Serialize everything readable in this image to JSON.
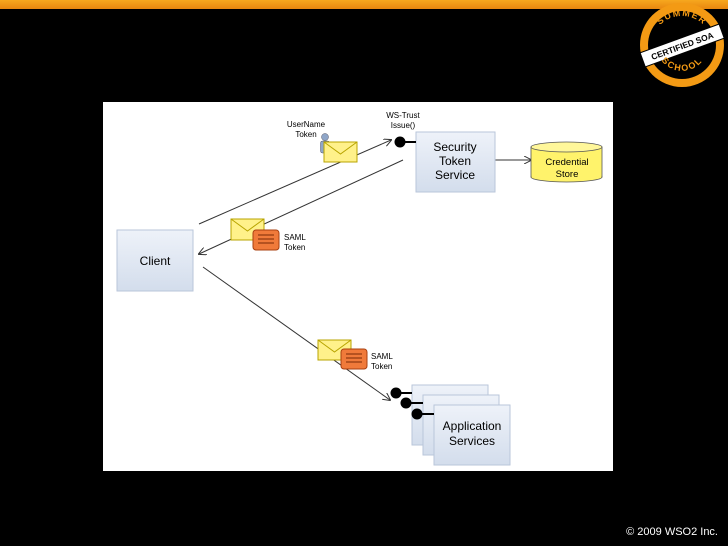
{
  "header": {
    "logo": {
      "top_text": "SUMMER",
      "band_text": "CERTIFIED SOA",
      "bottom_text": "SCHOOL",
      "colors": {
        "outer": "#f39a14",
        "inner": "#000000",
        "band": "#ffffff"
      }
    }
  },
  "diagram": {
    "nodes": {
      "client": "Client",
      "sts": [
        "Security",
        "Token",
        "Service"
      ],
      "credential_store": [
        "Credential",
        "Store"
      ],
      "app_services": [
        "Application",
        "Services"
      ]
    },
    "labels": {
      "username_token": [
        "UserName",
        "Token"
      ],
      "ws_trust": [
        "WS-Trust",
        "Issue()"
      ],
      "saml_token_1": [
        "SAML",
        "Token"
      ],
      "saml_token_2": [
        "SAML",
        "Token"
      ]
    },
    "colors": {
      "box_fill": "#dde6f3",
      "box_stroke": "#b9c6da",
      "envelope_fill": "#fff18a",
      "envelope_stroke": "#b8a400",
      "token_fill": "#f07a3a",
      "store_fill": "#fff36b"
    }
  },
  "footer": {
    "copyright": "© 2009 WSO2 Inc."
  }
}
